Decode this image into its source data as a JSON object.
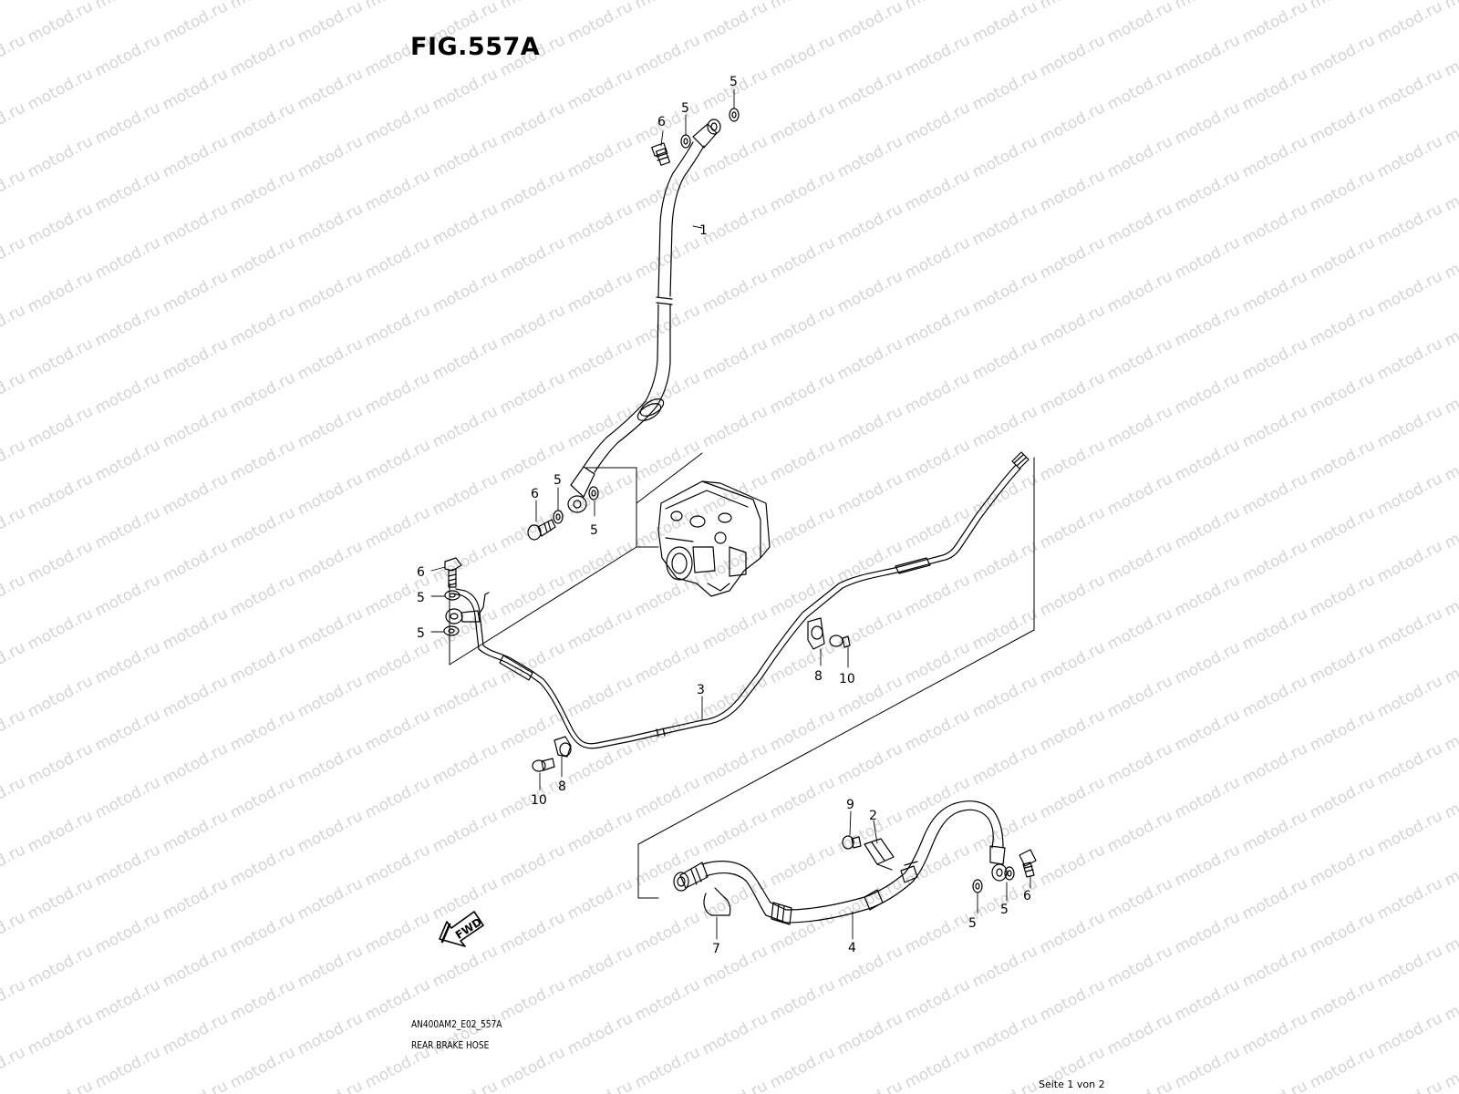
{
  "figure": {
    "title": "FIG.557A",
    "code": "AN400AM2_E02_557A",
    "subtitle": "REAR BRAKE HOSE",
    "page_indicator": "Seite 1 von 2"
  },
  "watermark": {
    "text": "motod.ru",
    "color": "#d4d4d4"
  },
  "direction_arrow": {
    "label": "FWD"
  },
  "callouts": [
    {
      "id": "c1",
      "label": "1"
    },
    {
      "id": "c2",
      "label": "2"
    },
    {
      "id": "c3",
      "label": "3"
    },
    {
      "id": "c4",
      "label": "4"
    },
    {
      "id": "c5a",
      "label": "5"
    },
    {
      "id": "c5b",
      "label": "5"
    },
    {
      "id": "c5c",
      "label": "5"
    },
    {
      "id": "c5d",
      "label": "5"
    },
    {
      "id": "c5e",
      "label": "5"
    },
    {
      "id": "c5f",
      "label": "5"
    },
    {
      "id": "c5g",
      "label": "5"
    },
    {
      "id": "c5h",
      "label": "5"
    },
    {
      "id": "c6a",
      "label": "6"
    },
    {
      "id": "c6b",
      "label": "6"
    },
    {
      "id": "c6c",
      "label": "6"
    },
    {
      "id": "c6d",
      "label": "6"
    },
    {
      "id": "c7",
      "label": "7"
    },
    {
      "id": "c8a",
      "label": "8"
    },
    {
      "id": "c8b",
      "label": "8"
    },
    {
      "id": "c9",
      "label": "9"
    },
    {
      "id": "c10a",
      "label": "10"
    },
    {
      "id": "c10b",
      "label": "10"
    }
  ]
}
